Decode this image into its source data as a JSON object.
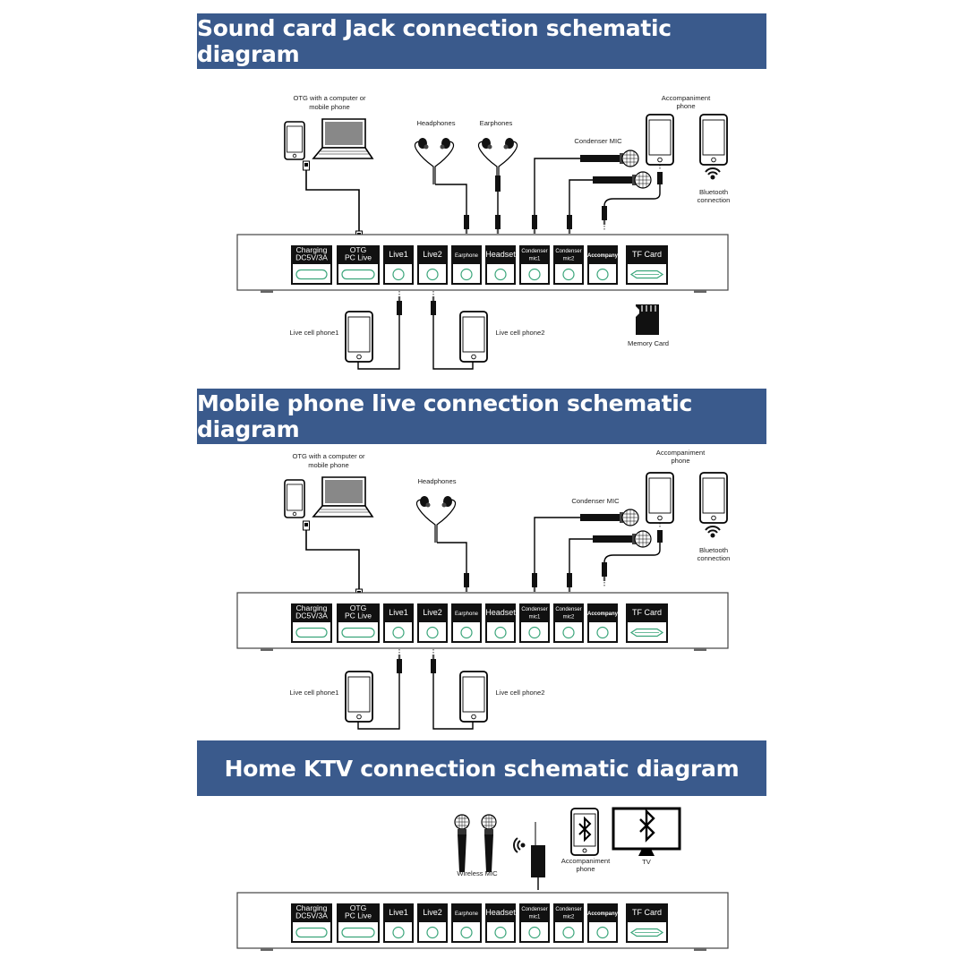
{
  "sections": [
    {
      "title": "Sound card Jack connection schematic diagram",
      "labels": {
        "otg": [
          "OTG with a computer or",
          "mobile phone"
        ],
        "headphones": "Headphones",
        "earphones": "Earphones",
        "condenser_mic": "Condenser MIC",
        "accompaniment": [
          "Accompaniment",
          "phone"
        ],
        "bluetooth": [
          "Bluetooth",
          "connection"
        ],
        "live1": "Live cell phone1",
        "live2": "Live cell phone2",
        "memory_card": "Memory Card"
      }
    },
    {
      "title": "Mobile phone live connection schematic diagram",
      "labels": {
        "otg": [
          "OTG with a computer or",
          "mobile phone"
        ],
        "headphones": "Headphones",
        "condenser_mic": "Condenser MIC",
        "accompaniment": [
          "Accompaniment",
          "phone"
        ],
        "bluetooth": [
          "Bluetooth",
          "connection"
        ],
        "live1": "Live cell phone1",
        "live2": "Live cell phone2"
      }
    },
    {
      "title": "Home KTV connection schematic diagram",
      "labels": {
        "wireless_mic": "Wireless MIC",
        "accompaniment": [
          "Accompaniment",
          "phone"
        ],
        "tv": "TV"
      }
    }
  ],
  "ports": [
    {
      "key": "charging",
      "lines": [
        "Charging",
        "DC5V/3A"
      ],
      "type": "usb"
    },
    {
      "key": "otg",
      "lines": [
        "OTG",
        "PC Live"
      ],
      "type": "usb"
    },
    {
      "key": "live1",
      "lines": [
        "Live1"
      ],
      "type": "jack"
    },
    {
      "key": "live2",
      "lines": [
        "Live2"
      ],
      "type": "jack"
    },
    {
      "key": "earphone",
      "lines": [
        "Earphone"
      ],
      "type": "jack"
    },
    {
      "key": "headset",
      "lines": [
        "Headset"
      ],
      "type": "jack"
    },
    {
      "key": "mic1",
      "lines": [
        "Condenser",
        "mic1"
      ],
      "type": "jack"
    },
    {
      "key": "mic2",
      "lines": [
        "Condenser",
        "mic2"
      ],
      "type": "jack"
    },
    {
      "key": "accompany",
      "lines": [
        "Accompany"
      ],
      "type": "jack"
    },
    {
      "key": "tf",
      "lines": [
        "TF Card"
      ],
      "type": "tf"
    }
  ],
  "colors": {
    "banner": "#3a5a8c",
    "port_ring": "#3aa57a",
    "device": "#000000"
  }
}
